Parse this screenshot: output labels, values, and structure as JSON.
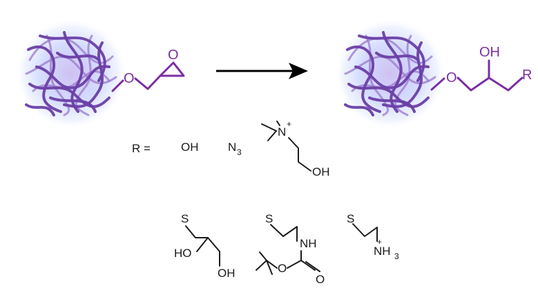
{
  "colors": {
    "linker": "#7a2ea3",
    "gel_dark": "#6a3fa6",
    "gel_light": "#9a78cc",
    "glow": "#c7ccff",
    "ink": "#1a1a1a"
  },
  "reactant": {
    "ether_oxygen": "O",
    "epoxide_oxygen": "O"
  },
  "product": {
    "ether_oxygen": "O",
    "hydroxyl": "OH",
    "r_group": "R"
  },
  "substituents": {
    "r_label": "R =",
    "hydroxyl": "OH",
    "azide": "N",
    "azide_subscript": "3",
    "choline_n": "N",
    "choline_charge": "+",
    "choline_oh": "OH",
    "thioglycerol_s": "S",
    "thioglycerol_ho": "HO",
    "thioglycerol_oh": "OH",
    "boc_s": "S",
    "boc_nh": "NH",
    "boc_o": "O",
    "boc_carbonyl_o": "O",
    "cysteamine_s": "S",
    "cysteamine_nh": "NH",
    "cysteamine_h_subscript": "3",
    "cysteamine_charge": "+"
  }
}
